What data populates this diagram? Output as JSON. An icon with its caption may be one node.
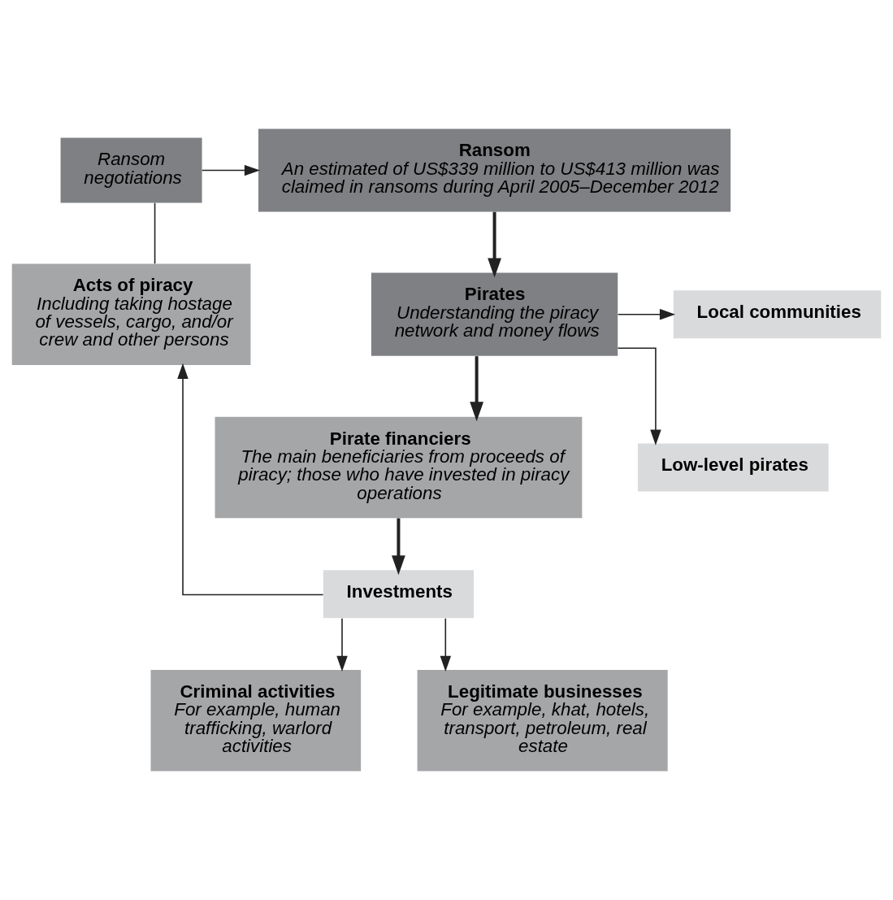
{
  "diagram": {
    "nodes": [
      {
        "text": [
          "Ransom negotiations"
        ]
      },
      {
        "text": [
          "Ransom",
          "An estimated of US$339 million to US$413 million was claimed in ransoms during April 2005–December 2012"
        ]
      },
      {
        "text": [
          "Acts of piracy",
          "Including taking hostage of vessels, cargo, and/or crew and other persons"
        ]
      },
      {
        "text": [
          "Pirates",
          "Understanding the piracy network and money flows"
        ]
      },
      {
        "text": [
          "Local communities"
        ]
      },
      {
        "text": [
          "Pirate financiers",
          "The main beneficiaries from proceeds of piracy; those who have invested in piracy operations"
        ]
      },
      {
        "text": [
          "Low-level pirates"
        ]
      },
      {
        "text": [
          "Investments"
        ]
      },
      {
        "text": [
          "Criminal activities",
          "For example, human trafficking, warlord activities"
        ]
      },
      {
        "text": [
          "Legitimate businesses",
          "For example, khat, hotels, transport, petroleum, real estate"
        ]
      }
    ],
    "edges": [
      {
        "from": 0,
        "to": 1,
        "arrow": "to"
      },
      {
        "from": 2,
        "to": 0,
        "arrow": "none"
      },
      {
        "from": 1,
        "to": 3,
        "arrow": "to",
        "style": "thick"
      },
      {
        "from": 3,
        "to": 4,
        "arrow": "to"
      },
      {
        "from": 3,
        "to": 6,
        "arrow": "to"
      },
      {
        "from": 3,
        "to": 5,
        "arrow": "to",
        "style": "thick"
      },
      {
        "from": 5,
        "to": 7,
        "arrow": "to",
        "style": "thick"
      },
      {
        "from": 7,
        "to": 2,
        "arrow": "to"
      },
      {
        "from": 7,
        "to": 8,
        "arrow": "to"
      },
      {
        "from": 7,
        "to": 9,
        "arrow": "to"
      }
    ]
  }
}
